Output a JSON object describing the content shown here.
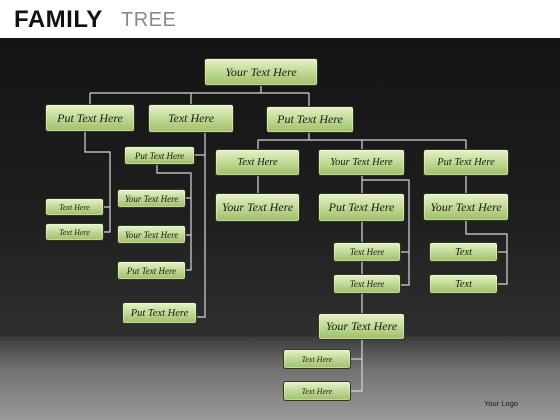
{
  "header": {
    "title_main": "FAMILY",
    "title_sub": "TREE"
  },
  "footer": {
    "logo_text": "Your Logo"
  },
  "tree": {
    "root": "Your Text Here",
    "left_branch": "Put Text Here",
    "left_children": [
      "Text Here",
      "Text Here"
    ],
    "middle_branch": "Text Here",
    "middle_children": [
      "Put Text Here",
      "Your Text Here",
      "Your Text Here",
      "Put Text Here",
      "Put Text Here"
    ],
    "right_branch": "Put Text Here",
    "right_sub": [
      {
        "label": "Text Here",
        "child": "Your Text Here"
      },
      {
        "label": "Your Text Here",
        "child": "Put Text Here",
        "grandchildren": [
          "Text Here",
          "Text Here"
        ]
      },
      {
        "label": "Put Text Here",
        "child": "Your Text Here",
        "grandchildren": [
          "Text",
          "Text"
        ]
      }
    ],
    "bottom_node": "Your Text Here",
    "bottom_children": [
      "Text Here",
      "Text Here"
    ]
  },
  "colors": {
    "node_top": "#e6f1c9",
    "node_bottom": "#9fbf6a",
    "node_border": "#2b3a1a",
    "connector": "#d8d8d8",
    "background_top": "#141414"
  }
}
